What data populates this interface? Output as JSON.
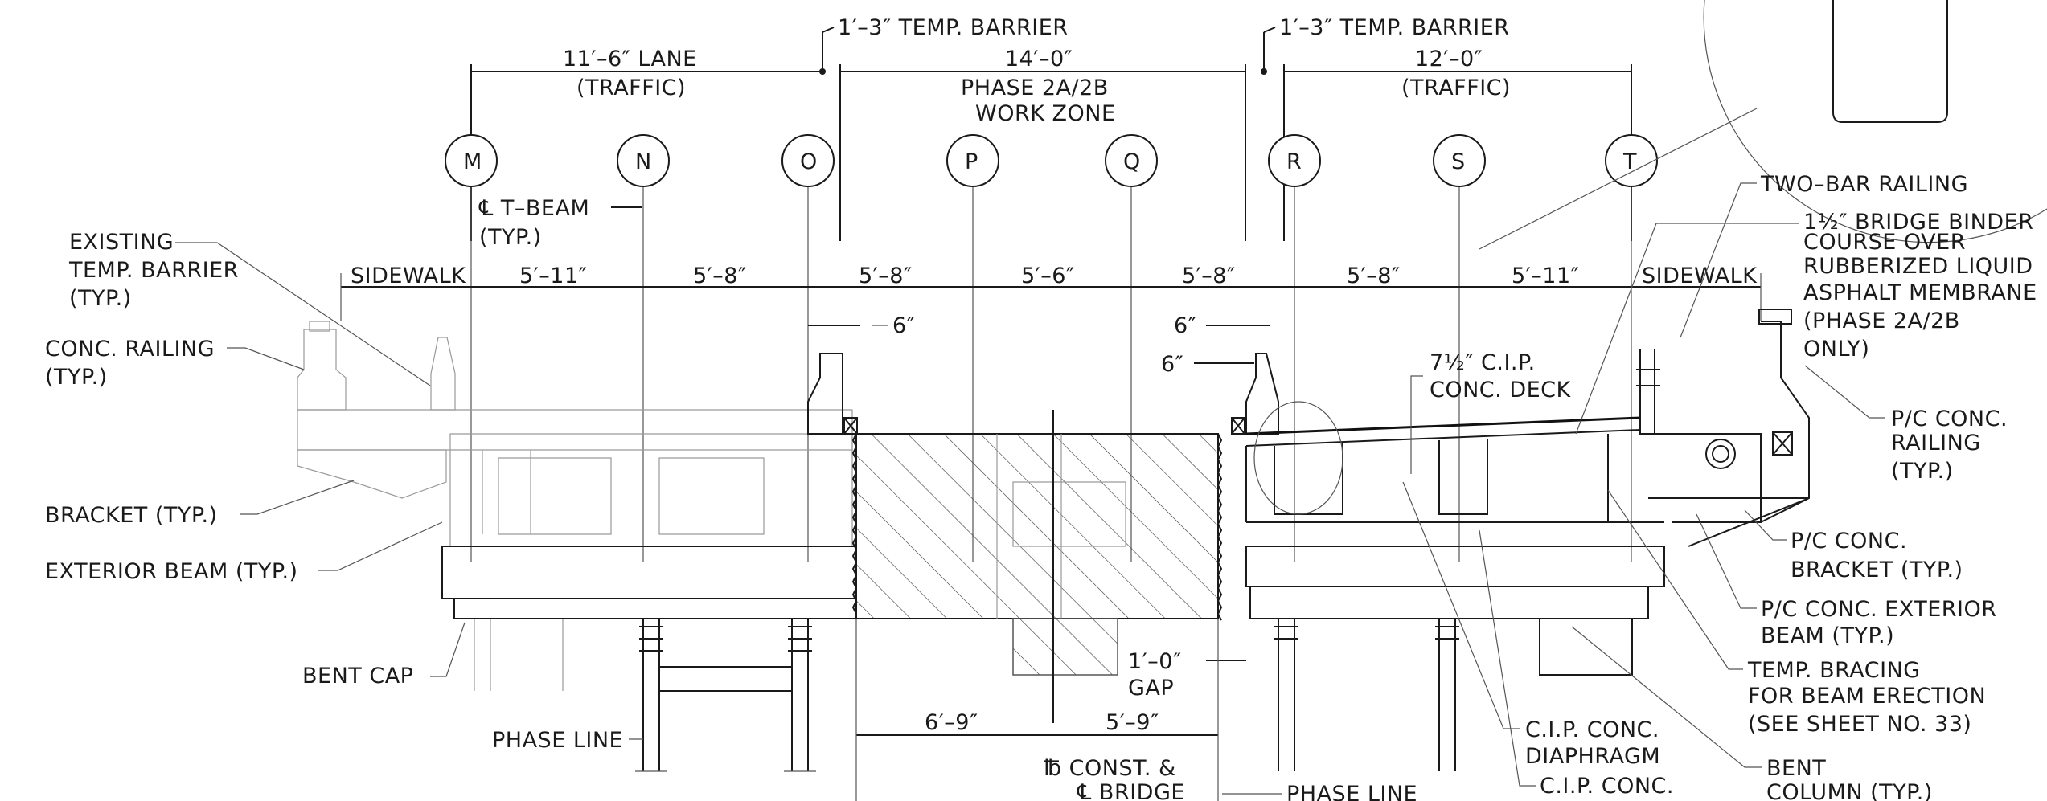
{
  "header": {
    "barrier_left": "1′–3″ TEMP. BARRIER",
    "barrier_right": "1′–3″ TEMP. BARRIER",
    "lane_left_dim": "11′–6″ LANE",
    "lane_left_sub": "(TRAFFIC)",
    "work_dim": "14′–0″",
    "work_line1": "PHASE 2A/2B",
    "work_line2": "WORK ZONE",
    "lane_right_dim": "12′–0″",
    "lane_right_sub": "(TRAFFIC)"
  },
  "gridlines": [
    "M",
    "N",
    "O",
    "P",
    "Q",
    "R",
    "S",
    "T"
  ],
  "spacings": {
    "sidewalk_left": "SIDEWALK",
    "m_n": "5′–11″",
    "n_o": "5′–8″",
    "o_p": "5′–8″",
    "p_q": "5′–6″",
    "q_r": "5′–8″",
    "r_s": "5′–8″",
    "s_t": "5′–11″",
    "sidewalk_right": "SIDEWALK"
  },
  "small_dims": {
    "barrier_offset_left": "6″",
    "barrier_offset_right_top": "6″",
    "barrier_offset_right_bottom": "6″",
    "gap_dim": "1′–0″",
    "gap_label": "GAP",
    "bottom_left": "6′–9″",
    "bottom_right": "5′–9″"
  },
  "labels": {
    "cl_tbeam_1": "℄ T–BEAM",
    "cl_tbeam_2": "(TYP.)",
    "existing_barrier_1": "EXISTING",
    "existing_barrier_2": "TEMP. BARRIER",
    "existing_barrier_3": "(TYP.)",
    "conc_railing_1": "CONC. RAILING",
    "conc_railing_2": "(TYP.)",
    "bracket": "BRACKET (TYP.)",
    "exterior_beam": "EXTERIOR BEAM (TYP.)",
    "bent_cap": "BENT CAP",
    "phase_line_left": "PHASE LINE",
    "deck_1": "7½″ C.I.P.",
    "deck_2": "CONC. DECK",
    "const_cl_1": "℔ CONST. &",
    "const_cl_2": "℄ BRIDGE",
    "phase_line_bottom": "PHASE LINE",
    "two_bar_railing": "TWO–BAR RAILING",
    "binder_1": "1½″ BRIDGE BINDER",
    "binder_2": "COURSE OVER",
    "binder_3": "RUBBERIZED LIQUID",
    "binder_4": "ASPHALT MEMBRANE",
    "binder_5": "(PHASE 2A/2B",
    "binder_6": "ONLY)",
    "pc_railing_1": "P/C CONC.",
    "pc_railing_2": "RAILING",
    "pc_railing_3": "(TYP.)",
    "pc_bracket_1": "P/C CONC.",
    "pc_bracket_2": "BRACKET (TYP.)",
    "pc_ext_beam_1": "P/C CONC. EXTERIOR",
    "pc_ext_beam_2": "BEAM (TYP.)",
    "temp_bracing_1": "TEMP. BRACING",
    "temp_bracing_2": "FOR BEAM ERECTION",
    "temp_bracing_3": "(SEE SHEET NO. 33)",
    "diaphragm_1": "C.I.P. CONC.",
    "diaphragm_2": "DIAPHRAGM",
    "cip_conc": "C.I.P. CONC.",
    "bent_1": "BENT",
    "bent_2": "COLUMN (TYP.)"
  }
}
